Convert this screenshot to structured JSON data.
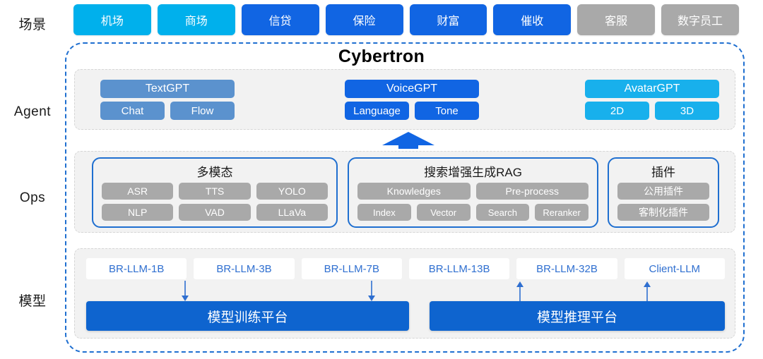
{
  "rail": {
    "scene": "场景",
    "agent": "Agent",
    "ops": "Ops",
    "model": "模型"
  },
  "title": "Cybertron",
  "scenarios": [
    {
      "label": "机场",
      "style": "cyan"
    },
    {
      "label": "商场",
      "style": "cyan"
    },
    {
      "label": "信贷",
      "style": "blue"
    },
    {
      "label": "保险",
      "style": "blue"
    },
    {
      "label": "财富",
      "style": "blue"
    },
    {
      "label": "催收",
      "style": "blue"
    },
    {
      "label": "客服",
      "style": "gray"
    },
    {
      "label": "数字员工",
      "style": "gray"
    }
  ],
  "agent": {
    "groups": [
      {
        "head": "TextGPT",
        "style": "st-steel",
        "subs": [
          "Chat",
          "Flow"
        ]
      },
      {
        "head": "VoiceGPT",
        "style": "st-blue",
        "subs": [
          "Language",
          "Tone"
        ]
      },
      {
        "head": "AvatarGPT",
        "style": "st-cyan",
        "subs": [
          "2D",
          "3D"
        ]
      }
    ]
  },
  "ops": {
    "cards": [
      {
        "title": "多模态",
        "rows": [
          [
            "ASR",
            "TTS",
            "YOLO"
          ],
          [
            "NLP",
            "VAD",
            "LLaVa"
          ]
        ]
      },
      {
        "title": "搜索增强生成RAG",
        "rows": [
          [
            "Knowledges",
            "Pre-process"
          ],
          [
            "Index",
            "Vector",
            "Search",
            "Reranker"
          ]
        ]
      },
      {
        "title": "插件",
        "rows": [
          [
            "公用插件"
          ],
          [
            "客制化插件"
          ]
        ]
      }
    ]
  },
  "model": {
    "llms": [
      "BR-LLM-1B",
      "BR-LLM-3B",
      "BR-LLM-7B",
      "BR-LLM-13B",
      "BR-LLM-32B",
      "Client-LLM"
    ],
    "platform_train": "模型训练平台",
    "platform_infer": "模型推理平台"
  },
  "colors": {
    "cyan": "#00b0ec",
    "blue": "#1165e3",
    "gray": "#a9a9a9",
    "steel": "#5b92ce",
    "platform": "#0e64cf",
    "border_dashed": "#1f6fd0",
    "panel_bg": "#f2f2f2"
  }
}
